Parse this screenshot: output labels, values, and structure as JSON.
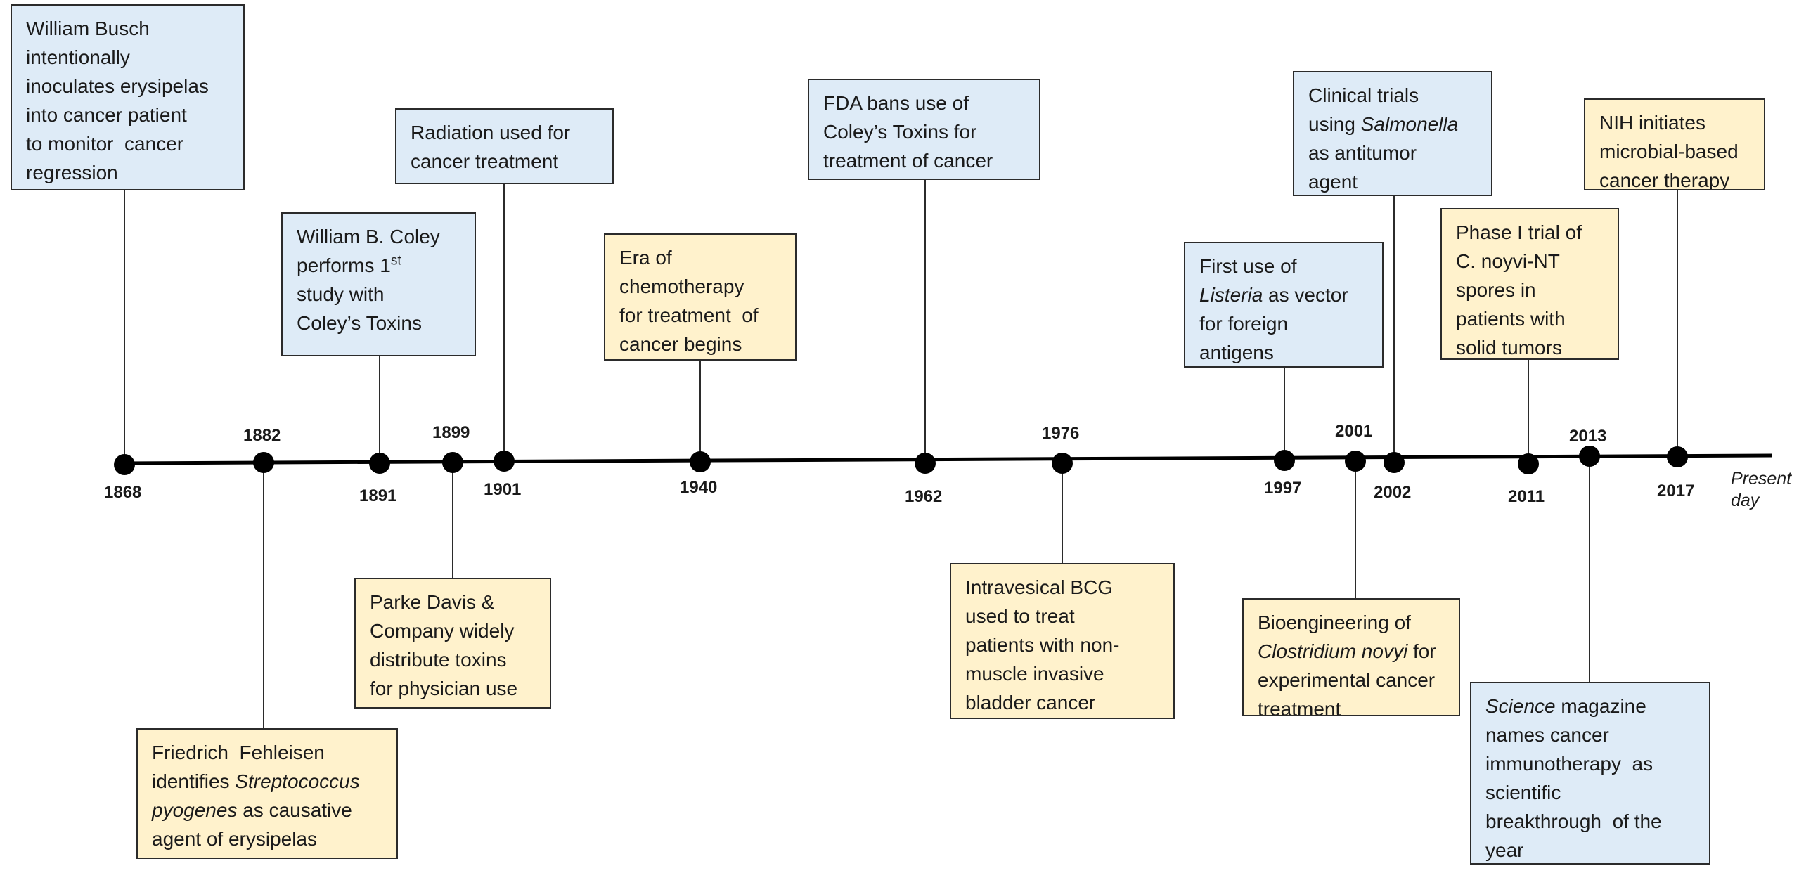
{
  "timeline": {
    "end_label": [
      "Present",
      "day"
    ],
    "colors": {
      "blue_box": "#deebf7",
      "yellow_box": "#fff2cc",
      "line": "#000000"
    },
    "years": [
      "1868",
      "1882",
      "1891",
      "1899",
      "1901",
      "1940",
      "1962",
      "1976",
      "1997",
      "2001",
      "2002",
      "2011",
      "2013",
      "2017"
    ],
    "events": [
      {
        "year": "1868",
        "color": "blue",
        "lines": [
          [
            {
              "t": "William Busch"
            }
          ],
          [
            {
              "t": "intentionally"
            }
          ],
          [
            {
              "t": "inoculates erysipelas"
            }
          ],
          [
            {
              "t": "into cancer patient"
            }
          ],
          [
            {
              "t": "to monitor  cancer"
            }
          ],
          [
            {
              "t": "regression"
            }
          ]
        ]
      },
      {
        "year": "1882",
        "color": "yellow",
        "lines": [
          [
            {
              "t": "Friedrich  Fehleisen"
            }
          ],
          [
            {
              "t": "identifies "
            },
            {
              "t": "Streptococcus",
              "i": true
            }
          ],
          [
            {
              "t": "pyogenes",
              "i": true
            },
            {
              "t": " as causative"
            }
          ],
          [
            {
              "t": "agent of erysipelas"
            }
          ]
        ]
      },
      {
        "year": "1891",
        "color": "blue",
        "lines": [
          [
            {
              "t": "William B. Coley"
            }
          ],
          [
            {
              "t": "performs 1"
            },
            {
              "t": "st",
              "sup": true
            }
          ],
          [
            {
              "t": "study with"
            }
          ],
          [
            {
              "t": "Coley’s Toxins"
            }
          ]
        ]
      },
      {
        "year": "1899",
        "color": "yellow",
        "lines": [
          [
            {
              "t": "Parke Davis &"
            }
          ],
          [
            {
              "t": "Company widely"
            }
          ],
          [
            {
              "t": "distribute toxins"
            }
          ],
          [
            {
              "t": "for physician use"
            }
          ]
        ]
      },
      {
        "year": "1901",
        "color": "blue",
        "lines": [
          [
            {
              "t": "Radiation used for"
            }
          ],
          [
            {
              "t": "cancer treatment"
            }
          ]
        ]
      },
      {
        "year": "1940",
        "color": "yellow",
        "lines": [
          [
            {
              "t": "Era of"
            }
          ],
          [
            {
              "t": "chemotherapy"
            }
          ],
          [
            {
              "t": "for treatment  of"
            }
          ],
          [
            {
              "t": "cancer begins"
            }
          ]
        ]
      },
      {
        "year": "1962",
        "color": "blue",
        "lines": [
          [
            {
              "t": "FDA bans use of"
            }
          ],
          [
            {
              "t": "Coley’s Toxins for"
            }
          ],
          [
            {
              "t": "treatment of cancer"
            }
          ]
        ]
      },
      {
        "year": "1976",
        "color": "yellow",
        "lines": [
          [
            {
              "t": "Intravesical BCG"
            }
          ],
          [
            {
              "t": "used to treat"
            }
          ],
          [
            {
              "t": "patients with non-"
            }
          ],
          [
            {
              "t": "muscle invasive"
            }
          ],
          [
            {
              "t": "bladder cancer"
            }
          ]
        ]
      },
      {
        "year": "1997",
        "color": "blue",
        "lines": [
          [
            {
              "t": "First use of"
            }
          ],
          [
            {
              "t": "Listeria",
              "i": true
            },
            {
              "t": " as vector"
            }
          ],
          [
            {
              "t": "for foreign"
            }
          ],
          [
            {
              "t": "antigens"
            }
          ]
        ]
      },
      {
        "year": "2001",
        "color": "yellow",
        "lines": [
          [
            {
              "t": "Bioengineering of"
            }
          ],
          [
            {
              "t": "Clostridium novyi",
              "i": true
            },
            {
              "t": " for"
            }
          ],
          [
            {
              "t": "experimental cancer"
            }
          ],
          [
            {
              "t": "treatment"
            }
          ]
        ]
      },
      {
        "year": "2002",
        "color": "blue",
        "lines": [
          [
            {
              "t": "Clinical trials"
            }
          ],
          [
            {
              "t": "using "
            },
            {
              "t": "Salmonella",
              "i": true
            }
          ],
          [
            {
              "t": "as antitumor"
            }
          ],
          [
            {
              "t": "agent"
            }
          ]
        ]
      },
      {
        "year": "2011",
        "color": "yellow",
        "lines": [
          [
            {
              "t": "Phase I trial of"
            }
          ],
          [
            {
              "t": "C. noyvi-NT"
            }
          ],
          [
            {
              "t": "spores in"
            }
          ],
          [
            {
              "t": "patients with"
            }
          ],
          [
            {
              "t": "solid tumors"
            }
          ]
        ]
      },
      {
        "year": "2013",
        "color": "blue",
        "lines": [
          [
            {
              "t": "Science",
              "i": true
            },
            {
              "t": " magazine"
            }
          ],
          [
            {
              "t": "names cancer"
            }
          ],
          [
            {
              "t": "immunotherapy  as"
            }
          ],
          [
            {
              "t": "scientific"
            }
          ],
          [
            {
              "t": "breakthrough  of the"
            }
          ],
          [
            {
              "t": "year"
            }
          ]
        ]
      },
      {
        "year": "2017",
        "color": "yellow",
        "lines": [
          [
            {
              "t": "NIH initiates"
            }
          ],
          [
            {
              "t": "microbial-based"
            }
          ],
          [
            {
              "t": "cancer therapy"
            }
          ]
        ]
      }
    ]
  }
}
